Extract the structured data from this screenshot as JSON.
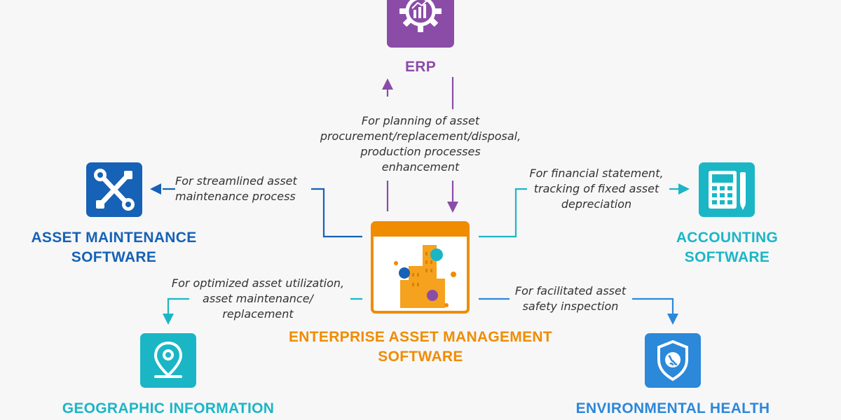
{
  "colors": {
    "erp": "#8b4ca8",
    "maintenance": "#1662b6",
    "accounting": "#1bb6c6",
    "gis": "#1bb6c6",
    "ehs": "#2c88d9",
    "eam": "#f08c00"
  },
  "nodes": {
    "erp": {
      "title_lines": [
        "ERP"
      ],
      "icon": "gear-chart-icon"
    },
    "maintenance": {
      "title_lines": [
        "ASSET MAINTENANCE",
        "SOFTWARE"
      ],
      "icon": "wrench-screwdriver-icon"
    },
    "accounting": {
      "title_lines": [
        "ACCOUNTING",
        "SOFTWARE"
      ],
      "icon": "calculator-icon"
    },
    "eam": {
      "title_lines": [
        "ENTERPRISE ASSET MANAGEMENT",
        "SOFTWARE"
      ],
      "icon": "city-buildings-icon"
    },
    "gis": {
      "title_lines": [
        "GEOGRAPHIC INFORMATION"
      ],
      "icon": "map-pin-icon"
    },
    "ehs": {
      "title_lines": [
        "ENVIRONMENTAL HEALTH"
      ],
      "icon": "shield-globe-icon"
    }
  },
  "notes": {
    "erp": [
      "For planning of asset",
      "procurement/replacement/disposal,",
      "production processes",
      "enhancement"
    ],
    "maintenance": [
      "For streamlined asset",
      "maintenance process"
    ],
    "accounting": [
      "For financial statement,",
      "tracking of fixed asset",
      "depreciation"
    ],
    "gis": [
      "For optimized asset utilization,",
      "asset maintenance/",
      "replacement"
    ],
    "ehs": [
      "For facilitated asset",
      "safety inspection"
    ]
  }
}
